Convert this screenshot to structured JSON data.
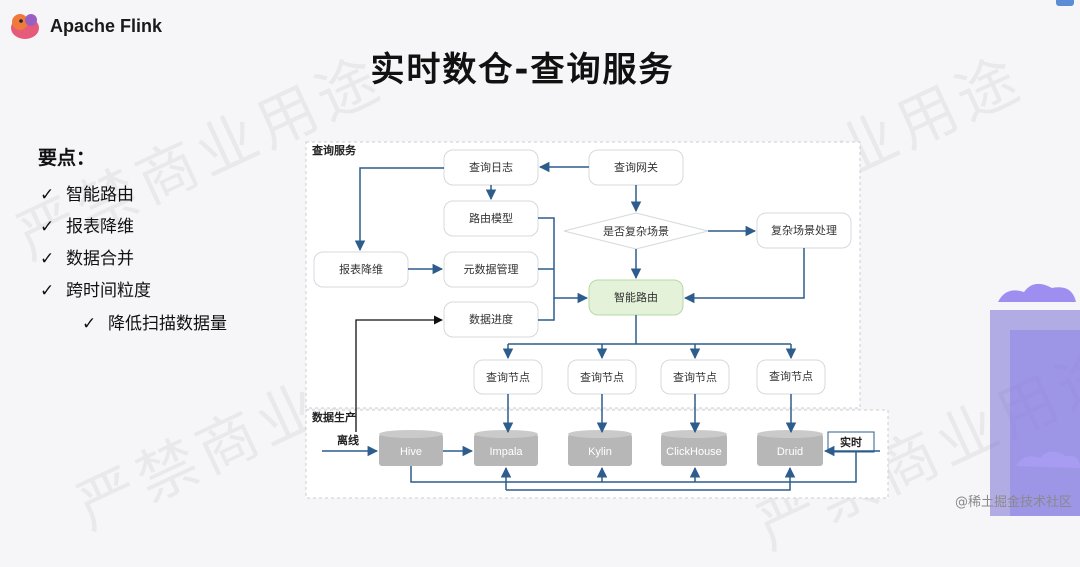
{
  "header": {
    "brand": "Apache Flink"
  },
  "title": "实时数仓-查询服务",
  "keypoints": {
    "title": "要点：",
    "check": "✓",
    "items": [
      "智能路由",
      "报表降维",
      "数据合并",
      "跨时间粒度"
    ],
    "sub_items": [
      "降低扫描数据量"
    ]
  },
  "diagram": {
    "query_section": "查询服务",
    "production_section": "数据生产",
    "nodes": {
      "query_log": "查询日志",
      "query_gateway": "查询网关",
      "routing_model": "路由模型",
      "complex_decision": "是否复杂场景",
      "complex_handling": "复杂场景处理",
      "report_reduce": "报表降维",
      "metadata_mgmt": "元数据管理",
      "smart_routing": "智能路由",
      "data_progress": "数据进度",
      "query_node": "查询节点"
    },
    "engines": [
      "Hive",
      "Impala",
      "Kylin",
      "ClickHouse",
      "Druid"
    ],
    "offline": "离线",
    "realtime": "实时"
  },
  "watermark": "严禁商业用途",
  "source": "@稀土掘金技术社区",
  "colors": {
    "arrow": "#2c5d8c",
    "smart_routing_fill": "#e3f2d8",
    "engine_fill": "#b7b7b7"
  },
  "icons": {
    "logo": "flink-squirrel-icon",
    "check": "check-icon"
  }
}
